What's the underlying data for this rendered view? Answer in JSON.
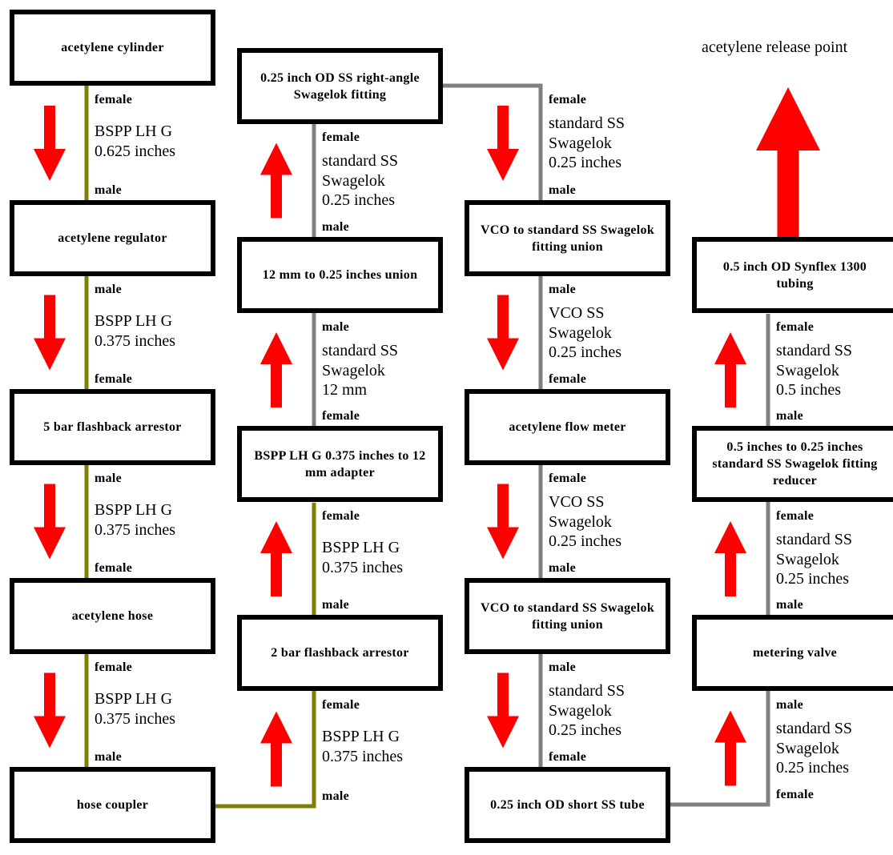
{
  "colors": {
    "brass_line": "#808000",
    "steel_line": "#808080",
    "arrow": "#ff0000",
    "box_border": "#000000"
  },
  "release_point_label": "acetylene release point",
  "columns": [
    {
      "direction": "down",
      "boxes": [
        "acetylene cylinder",
        "acetylene regulator",
        "5 bar flashback arrestor",
        "acetylene hose",
        "hose coupler"
      ],
      "connectors": [
        {
          "top": "female",
          "spec": [
            "BSPP LH G",
            "0.625 inches"
          ],
          "bottom": "male"
        },
        {
          "top": "male",
          "spec": [
            "BSPP LH G",
            "0.375 inches"
          ],
          "bottom": "female"
        },
        {
          "top": "male",
          "spec": [
            "BSPP LH G",
            "0.375 inches"
          ],
          "bottom": "female"
        },
        {
          "top": "female",
          "spec": [
            "BSPP LH G",
            "0.375 inches"
          ],
          "bottom": "male"
        }
      ]
    },
    {
      "direction": "up",
      "boxes": [
        "0.25 inch OD SS right-angle Swagelok fitting",
        "12 mm to 0.25 inches union",
        "BSPP LH G 0.375 inches to 12 mm adapter",
        "2 bar flashback arrestor"
      ],
      "connectors": [
        {
          "top": "female",
          "spec": [
            "standard SS",
            "Swagelok",
            "0.25 inches"
          ],
          "bottom": "male"
        },
        {
          "top": "male",
          "spec": [
            "standard SS",
            "Swagelok",
            "12 mm"
          ],
          "bottom": "female"
        },
        {
          "top": "female",
          "spec": [
            "BSPP LH G",
            "0.375 inches"
          ],
          "bottom": "male"
        },
        {
          "top": "female",
          "spec": [
            "BSPP LH G",
            "0.375 inches"
          ],
          "bottom": "male"
        }
      ]
    },
    {
      "direction": "down",
      "boxes": [
        "VCO to standard SS Swagelok fitting union",
        "acetylene flow meter",
        "VCO to standard SS Swagelok fitting union",
        "0.25 inch OD short SS tube"
      ],
      "connectors": [
        {
          "top": "female",
          "spec": [
            "standard SS",
            "Swagelok",
            "0.25 inches"
          ],
          "bottom": "male"
        },
        {
          "top": "male",
          "spec": [
            "VCO SS",
            "Swagelok",
            "0.25 inches"
          ],
          "bottom": "female"
        },
        {
          "top": "female",
          "spec": [
            "VCO SS",
            "Swagelok",
            "0.25 inches"
          ],
          "bottom": "male"
        },
        {
          "top": "male",
          "spec": [
            "standard SS",
            "Swagelok",
            "0.25 inches"
          ],
          "bottom": "female"
        }
      ]
    },
    {
      "direction": "up",
      "boxes": [
        "0.5 inch OD Synflex 1300 tubing",
        "0.5 inches to 0.25 inches standard SS Swagelok fitting reducer",
        "metering valve"
      ],
      "connectors": [
        {
          "top": "female",
          "spec": [
            "standard SS",
            "Swagelok",
            "0.5 inches"
          ],
          "bottom": "male"
        },
        {
          "top": "female",
          "spec": [
            "standard SS",
            "Swagelok",
            "0.25 inches"
          ],
          "bottom": "male"
        },
        {
          "top": "male",
          "spec": [
            "standard SS",
            "Swagelok",
            "0.25 inches"
          ],
          "bottom": "female"
        }
      ]
    }
  ]
}
